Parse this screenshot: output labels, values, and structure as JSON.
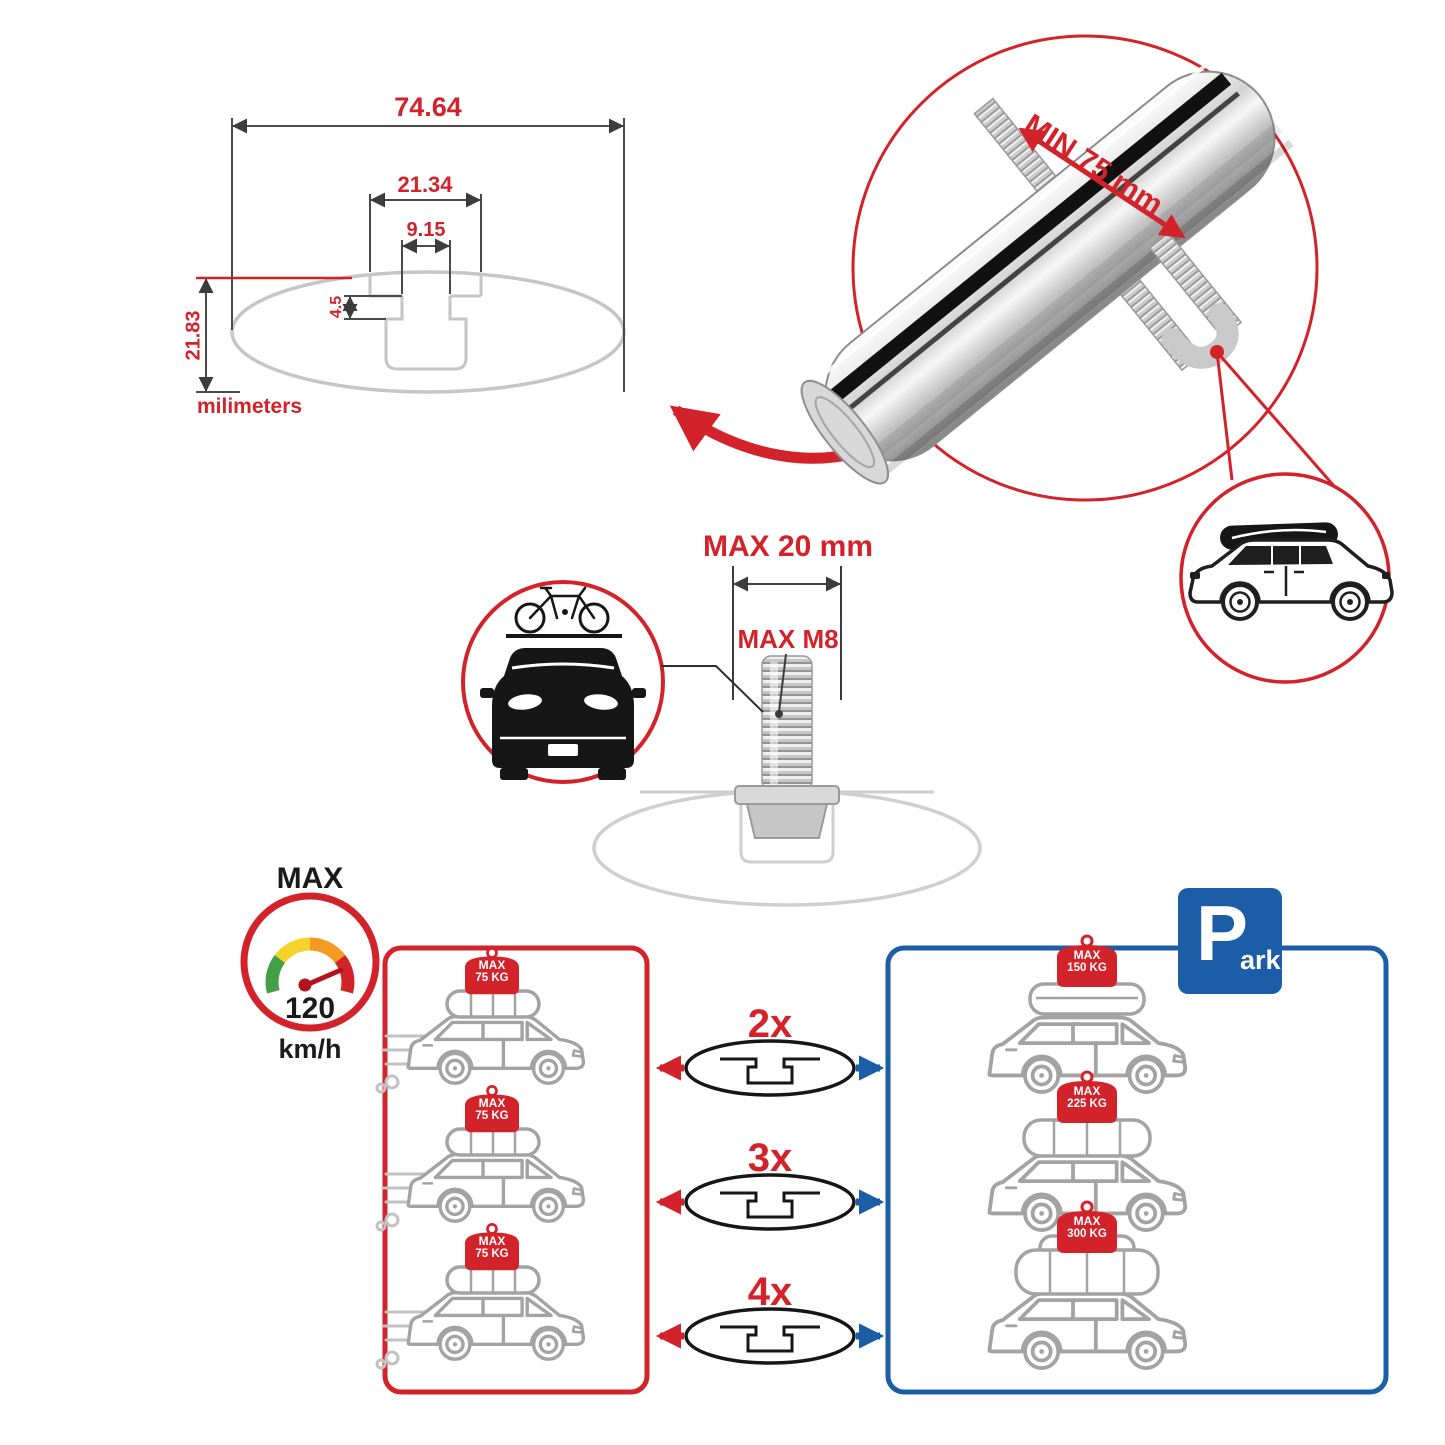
{
  "colors": {
    "accent_red": "#d2232a",
    "accent_blue": "#1b5ea7",
    "art_gray": "#a3a3a3",
    "line_gray": "#c6c6c6",
    "ink": "#1a1a1a"
  },
  "cross_section": {
    "width_total": "74.64",
    "channel_outer": "21.34",
    "slot_inner": "9.15",
    "lip_depth": "4.5",
    "height_total": "21.83",
    "units": "milimeters"
  },
  "clamp": {
    "min_span": "MIN 75 mm"
  },
  "stud": {
    "max_length": "MAX 20 mm",
    "max_thread": "MAX M8"
  },
  "speed_limit": {
    "label": "MAX",
    "value": "120",
    "unit": "km/h"
  },
  "parking": {
    "letter": "P",
    "suffix": "ark"
  },
  "capacity_rows": [
    {
      "count": "2x",
      "driving_label": "MAX",
      "driving_weight": "75 KG",
      "parked_label": "MAX",
      "parked_weight": "150 KG"
    },
    {
      "count": "3x",
      "driving_label": "MAX",
      "driving_weight": "75 KG",
      "parked_label": "MAX",
      "parked_weight": "225 KG"
    },
    {
      "count": "4x",
      "driving_label": "MAX",
      "driving_weight": "75 KG",
      "parked_label": "MAX",
      "parked_weight": "300 KG"
    }
  ]
}
